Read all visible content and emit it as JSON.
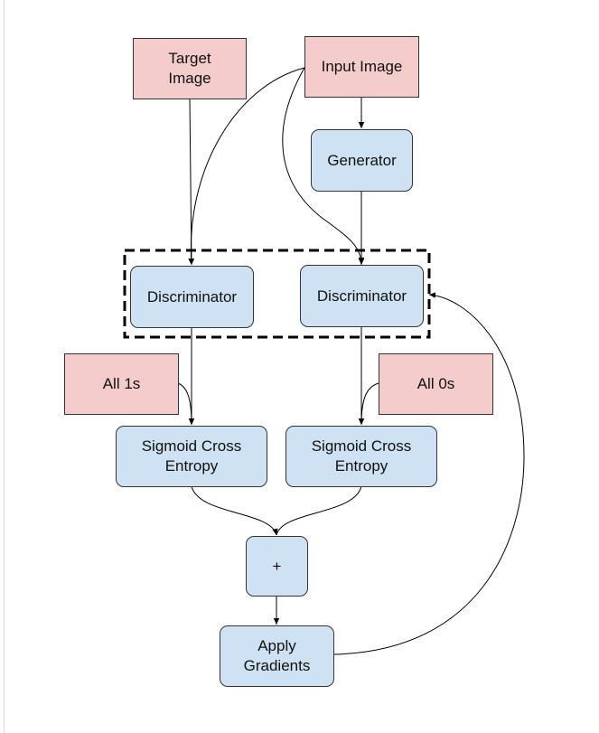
{
  "nodes": {
    "target_image": {
      "label": "Target\nImage"
    },
    "input_image": {
      "label": "Input Image"
    },
    "generator": {
      "label": "Generator"
    },
    "discriminator_real": {
      "label": "Discriminator"
    },
    "discriminator_fake": {
      "label": "Discriminator"
    },
    "all_ones": {
      "label": "All 1s"
    },
    "all_zeros": {
      "label": "All 0s"
    },
    "loss_real": {
      "label": "Sigmoid Cross\nEntropy"
    },
    "loss_fake": {
      "label": "Sigmoid Cross\nEntropy"
    },
    "sum": {
      "label": "+"
    },
    "apply_gradients": {
      "label": "Apply\nGradients"
    }
  },
  "colors": {
    "input_fill": "#f4cccc",
    "op_fill": "#cfe2f3",
    "stroke": "#000000"
  }
}
